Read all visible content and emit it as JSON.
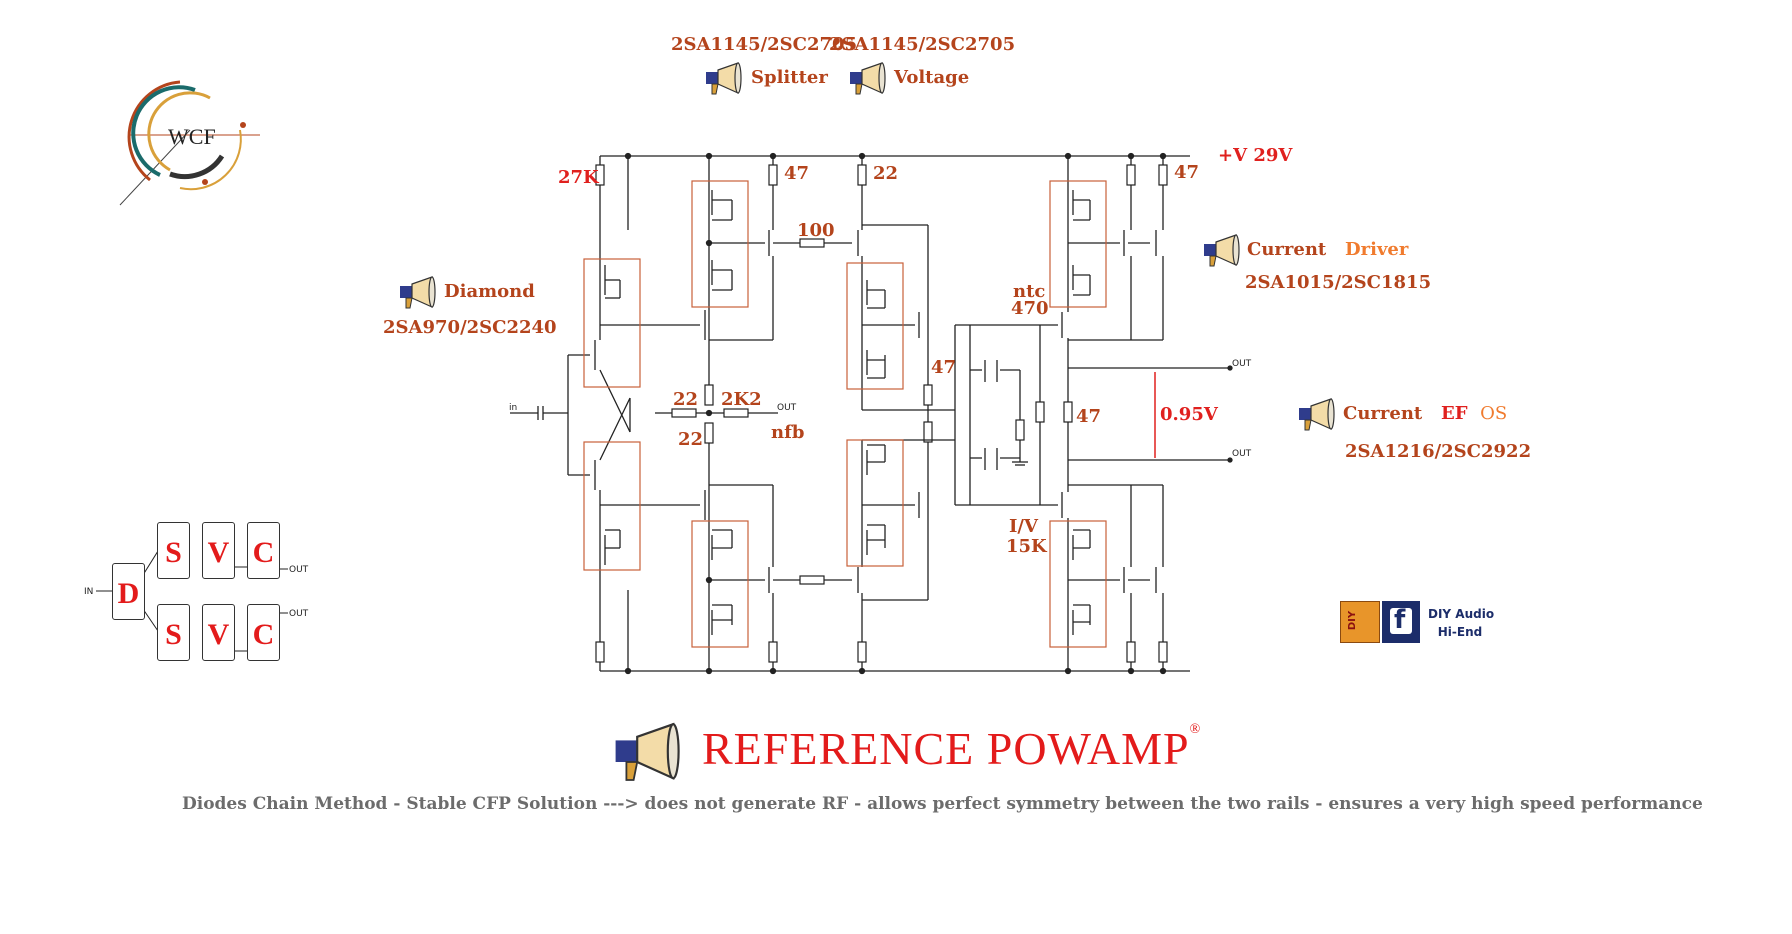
{
  "logo": {
    "text": "WCF"
  },
  "labels": {
    "part_splitter": "2SA1145/2SC2705",
    "part_voltage": "2SA1145/2SC2705",
    "splitter": "Splitter",
    "voltage": "Voltage",
    "diamond": "Diamond",
    "part_diamond": "2SA970/2SC2240",
    "current": "Current",
    "driver": "Driver",
    "part_driver": "2SA1015/2SC1815",
    "current2": "Current",
    "ef": "EF",
    "os": "OS",
    "part_os": "2SA1216/2SC2922",
    "rail": "+V  29V",
    "r27k": "27K",
    "r47a": "47",
    "r22a": "22",
    "r100": "100",
    "r47b": "47",
    "ntc": "ntc",
    "r470": "470",
    "r47c": "47",
    "r22b": "22",
    "r2k2": "2K2",
    "r22c": "22",
    "nfb": "nfb",
    "iv": "I/V",
    "r15k": "15K",
    "r47d": "47",
    "bias": "0.95V",
    "in": "in",
    "out_nfb": "OUT",
    "out1": "OUT",
    "out2": "OUT"
  },
  "block": {
    "d": "D",
    "s": "S",
    "v": "V",
    "c": "C",
    "in": "IN",
    "out": "OUT"
  },
  "badge": {
    "diy": "DIY",
    "fb": "f",
    "line1": "DIY Audio",
    "line2": "Hi-End"
  },
  "title": "REFERENCE POWAMP",
  "trademark": "®",
  "footer": "Diodes Chain Method - Stable CFP Solution ---> does not generate RF - allows perfect symmetry between the two rails - ensures a very high speed performance",
  "colors": {
    "label": "#b4441c",
    "title": "#e31b1b",
    "wire": "#222222",
    "box": "#c8603a"
  }
}
